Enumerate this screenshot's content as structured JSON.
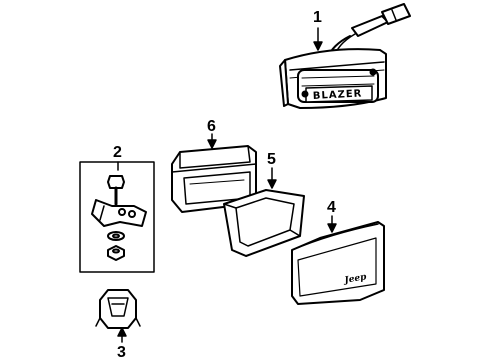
{
  "diagram": {
    "callouts": [
      {
        "id": "1",
        "label": "1"
      },
      {
        "id": "2",
        "label": "2"
      },
      {
        "id": "3",
        "label": "3"
      },
      {
        "id": "4",
        "label": "4"
      },
      {
        "id": "5",
        "label": "5"
      },
      {
        "id": "6",
        "label": "6"
      }
    ],
    "lens_text": {
      "fog_lamp_lens": "BLAZER",
      "lamp_cover": "Jeep"
    }
  }
}
